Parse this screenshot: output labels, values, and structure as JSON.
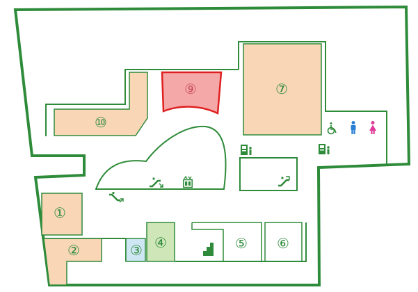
{
  "colors": {
    "wall": "#2e8b3a",
    "inner_wall": "#5aa65a",
    "shop_fill": "#f8d6b6",
    "highlight_fill": "#f5a8a8",
    "highlight_stroke": "#e02020",
    "shop4_fill": "#cfe6b8",
    "shop3_fill": "#cfe7f5",
    "icon_green": "#2e8b3a",
    "male_blue": "#2a7fd4",
    "female_pink": "#e0399a"
  },
  "shops": {
    "s1": {
      "label": "①"
    },
    "s2": {
      "label": "②"
    },
    "s3": {
      "label": "③"
    },
    "s4": {
      "label": "④"
    },
    "s5": {
      "label": "⑤"
    },
    "s6": {
      "label": "⑥"
    },
    "s7": {
      "label": "⑦"
    },
    "s9": {
      "label": "⑨"
    },
    "s10": {
      "label": "⑩"
    }
  },
  "icons": [
    "wheelchair-icon",
    "male-restroom-icon",
    "female-restroom-icon",
    "vending-machine-icon",
    "escalator-icon",
    "elevator-icon",
    "stairs-icon"
  ]
}
